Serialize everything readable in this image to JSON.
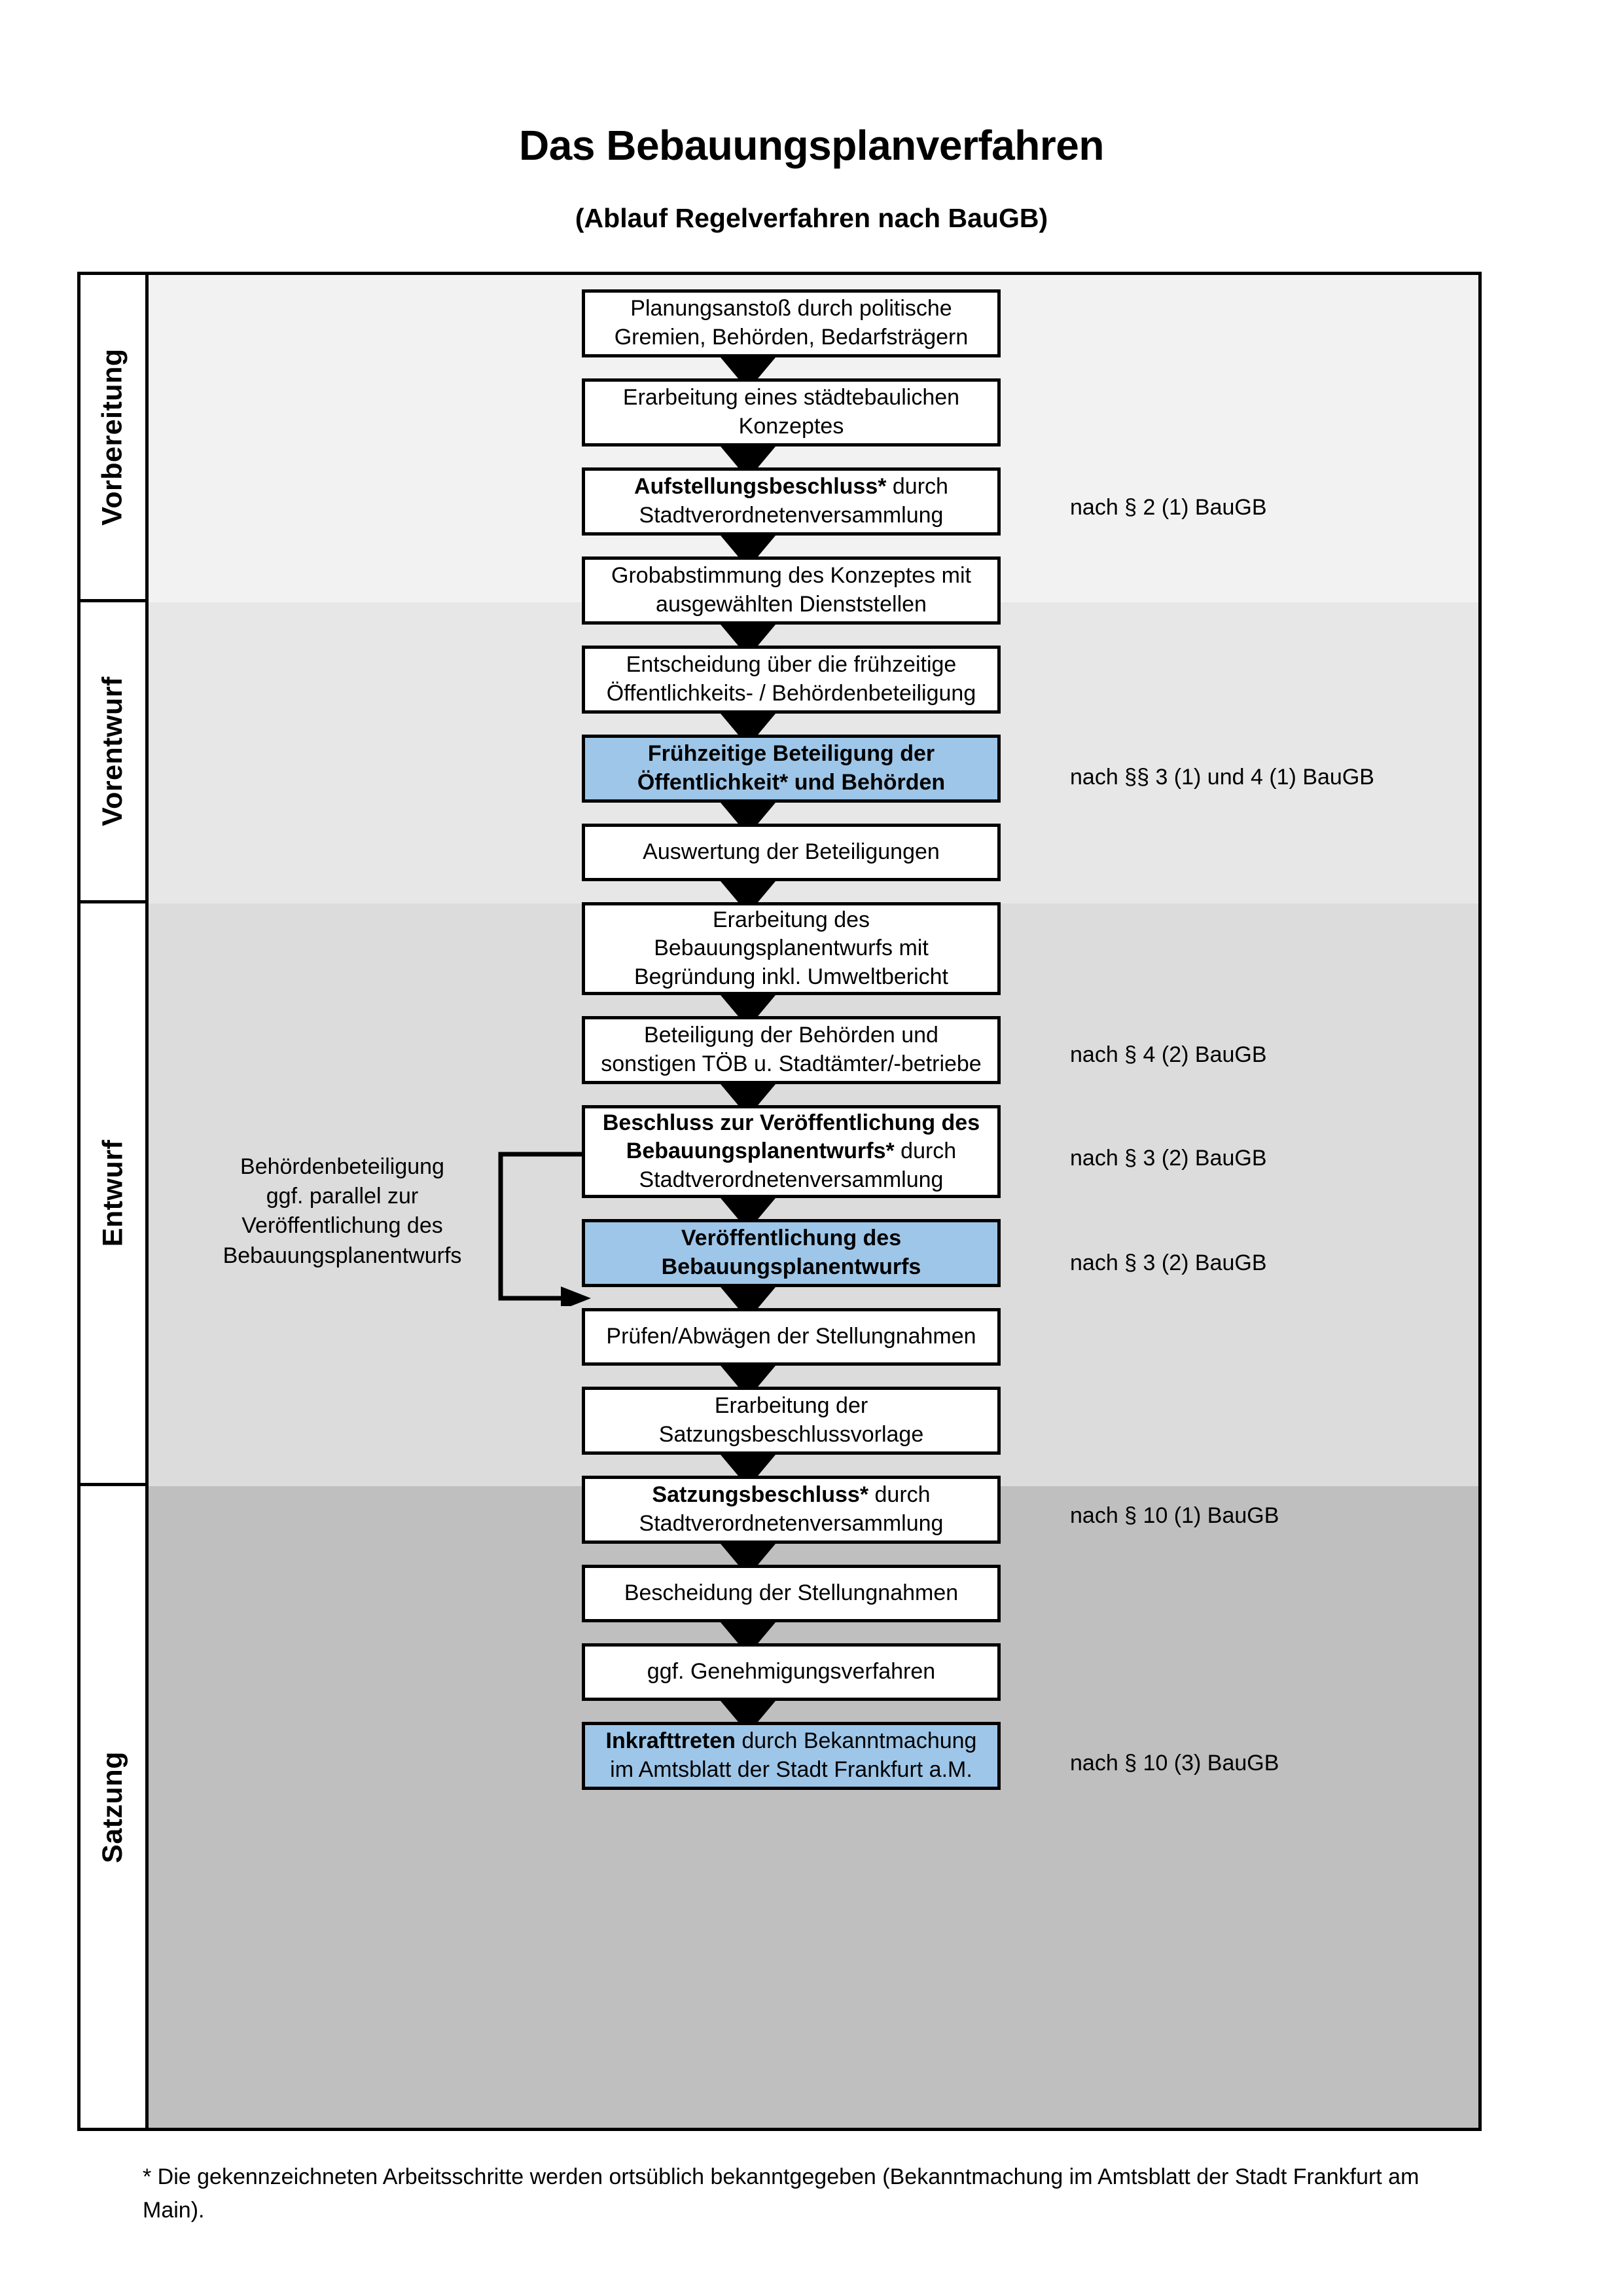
{
  "document": {
    "title": "Das Bebauungsplanverfahren",
    "subtitle": "(Ablauf Regelverfahren nach BauGB)",
    "footnote": "* Die gekennzeichneten Arbeitsschritte werden ortsüblich bekanntgegeben (Bekanntmachung im Amtsblatt  der Stadt Frankfurt am Main)."
  },
  "colors": {
    "highlight_blue": "#9ec6e8",
    "band_vorbereitung": "#f2f2f2",
    "band_vorentwurf": "#e7e7e7",
    "band_entwurf": "#dcdcdc",
    "band_satzung": "#bfbfbf",
    "box_border": "#000000",
    "box_fill": "#ffffff"
  },
  "phases": [
    {
      "label": "Vorbereitung",
      "band_color": "#f2f2f2"
    },
    {
      "label": "Vorentwurf",
      "band_color": "#e7e7e7"
    },
    {
      "label": "Entwurf",
      "band_color": "#dcdcdc"
    },
    {
      "label": "Satzung",
      "band_color": "#bfbfbf"
    }
  ],
  "steps": [
    {
      "id": 1,
      "phase": "Vorbereitung",
      "lines": [
        {
          "text": "Planungsanstoß durch politische",
          "bold": false
        },
        {
          "text": "Gremien, Behörden, Bedarfsträgern",
          "bold": false
        }
      ],
      "highlight": false
    },
    {
      "id": 2,
      "phase": "Vorbereitung",
      "lines": [
        {
          "text": "Erarbeitung eines städtebaulichen",
          "bold": false
        },
        {
          "text": "Konzeptes",
          "bold": false
        }
      ],
      "highlight": false
    },
    {
      "id": 3,
      "phase": "Vorbereitung",
      "lines": [
        {
          "text": "Aufstellungsbeschluss*",
          "bold": true
        },
        {
          "text": " durch",
          "bold": false
        },
        {
          "text": "Stadtverordnetenversammlung",
          "bold": false
        }
      ],
      "highlight": false
    },
    {
      "id": 4,
      "phase": "Vorentwurf",
      "lines": [
        {
          "text": "Grobabstimmung des Konzeptes mit",
          "bold": false
        },
        {
          "text": "ausgewählten Dienststellen",
          "bold": false
        }
      ],
      "highlight": false
    },
    {
      "id": 5,
      "phase": "Vorentwurf",
      "lines": [
        {
          "text": "Entscheidung über die frühzeitige",
          "bold": false
        },
        {
          "text": "Öffentlichkeits- / Behördenbeteiligung",
          "bold": false
        }
      ],
      "highlight": false
    },
    {
      "id": 6,
      "phase": "Vorentwurf",
      "lines": [
        {
          "text": "Frühzeitige Beteiligung der",
          "bold": true
        },
        {
          "text": "Öffentlichkeit* und Behörden",
          "bold": true
        }
      ],
      "highlight": true
    },
    {
      "id": 7,
      "phase": "Entwurf",
      "lines": [
        {
          "text": "Auswertung der Beteiligungen",
          "bold": false
        }
      ],
      "highlight": false
    },
    {
      "id": 8,
      "phase": "Entwurf",
      "lines": [
        {
          "text": "Erarbeitung des",
          "bold": false
        },
        {
          "text": "Bebauungsplanentwurfs mit",
          "bold": false
        },
        {
          "text": "Begründung inkl. Umweltbericht",
          "bold": false
        }
      ],
      "highlight": false
    },
    {
      "id": 9,
      "phase": "Entwurf",
      "lines": [
        {
          "text": "Beteiligung der Behörden und",
          "bold": false
        },
        {
          "text": "sonstigen TÖB u. Stadtämter/-betriebe",
          "bold": false
        }
      ],
      "highlight": false
    },
    {
      "id": 10,
      "phase": "Entwurf",
      "lines": [
        {
          "text": "Beschluss zur Veröffentlichung des",
          "bold": true
        },
        {
          "text": "Bebauungsplanentwurfs*",
          "bold": true
        },
        {
          "text": " durch",
          "bold": false
        },
        {
          "text": "Stadtverordnetenversammlung",
          "bold": false
        }
      ],
      "highlight": false
    },
    {
      "id": 11,
      "phase": "Entwurf",
      "lines": [
        {
          "text": "Veröffentlichung des",
          "bold": true
        },
        {
          "text": "Bebauungsplanentwurfs",
          "bold": true
        }
      ],
      "highlight": true
    },
    {
      "id": 12,
      "phase": "Satzung",
      "lines": [
        {
          "text": "Prüfen/Abwägen der Stellungnahmen",
          "bold": false
        }
      ],
      "highlight": false
    },
    {
      "id": 13,
      "phase": "Satzung",
      "lines": [
        {
          "text": "Erarbeitung der",
          "bold": false
        },
        {
          "text": "Satzungsbeschlussvorlage",
          "bold": false
        }
      ],
      "highlight": false
    },
    {
      "id": 14,
      "phase": "Satzung",
      "lines": [
        {
          "text": "Satzungsbeschluss*",
          "bold": true
        },
        {
          "text": " durch",
          "bold": false
        },
        {
          "text": "Stadtverordnetenversammlung",
          "bold": false
        }
      ],
      "highlight": false
    },
    {
      "id": 15,
      "phase": "Satzung",
      "lines": [
        {
          "text": "Bescheidung der Stellungnahmen",
          "bold": false
        }
      ],
      "highlight": false
    },
    {
      "id": 16,
      "phase": "Satzung",
      "lines": [
        {
          "text": "ggf. Genehmigungsverfahren",
          "bold": false
        }
      ],
      "highlight": false
    },
    {
      "id": 17,
      "phase": "Satzung",
      "lines": [
        {
          "text": "Inkrafttreten",
          "bold": true
        },
        {
          "text": " durch Bekanntmachung",
          "bold": false
        },
        {
          "text": "im Amtsblatt der Stadt Frankfurt a.M.",
          "bold": false
        }
      ],
      "highlight": true
    }
  ],
  "step_texts": {
    "s1_l1": "Planungsanstoß durch politische",
    "s1_l2": "Gremien, Behörden, Bedarfsträgern",
    "s2_l1": "Erarbeitung eines städtebaulichen",
    "s2_l2": "Konzeptes",
    "s3_strong": "Aufstellungsbeschluss*",
    "s3_rest": " durch",
    "s3_l2": "Stadtverordnetenversammlung",
    "s4_l1": "Grobabstimmung des Konzeptes mit",
    "s4_l2": "ausgewählten Dienststellen",
    "s5_l1": "Entscheidung über die frühzeitige",
    "s5_l2": "Öffentlichkeits- / Behördenbeteiligung",
    "s6_l1": "Frühzeitige Beteiligung der",
    "s6_l2": "Öffentlichkeit* und Behörden",
    "s7_l1": "Auswertung der Beteiligungen",
    "s8_l1": "Erarbeitung des",
    "s8_l2": "Bebauungsplanentwurfs mit",
    "s8_l3": "Begründung inkl. Umweltbericht",
    "s9_l1": "Beteiligung der Behörden und",
    "s9_l2": "sonstigen TÖB u. Stadtämter/-betriebe",
    "s10_strong1": "Beschluss zur Veröffentlichung des",
    "s10_strong2": "Bebauungsplanentwurfs*",
    "s10_rest": " durch",
    "s10_l3": "Stadtverordnetenversammlung",
    "s11_l1": "Veröffentlichung des",
    "s11_l2": "Bebauungsplanentwurfs",
    "s12_l1": "Prüfen/Abwägen der Stellungnahmen",
    "s13_l1": "Erarbeitung der",
    "s13_l2": "Satzungsbeschlussvorlage",
    "s14_strong": "Satzungsbeschluss*",
    "s14_rest": " durch",
    "s14_l2": "Stadtverordnetenversammlung",
    "s15_l1": "Bescheidung der Stellungnahmen",
    "s16_l1": "ggf. Genehmigungsverfahren",
    "s17_strong": "Inkrafttreten",
    "s17_rest": " durch Bekanntmachung",
    "s17_l2": "im Amtsblatt der Stadt Frankfurt a.M."
  },
  "legal_references": [
    {
      "id": "ref-2-1",
      "text": "nach § 2 (1) BauGB",
      "for_step": 3
    },
    {
      "id": "ref-3-1-4-1",
      "text": "nach §§ 3 (1) und 4 (1) BauGB",
      "for_step": 6
    },
    {
      "id": "ref-4-2",
      "text": "nach § 4 (2) BauGB",
      "for_step": 9
    },
    {
      "id": "ref-3-2-a",
      "text": "nach § 3 (2) BauGB",
      "for_step": 10
    },
    {
      "id": "ref-3-2-b",
      "text": "nach § 3 (2) BauGB",
      "for_step": 11
    },
    {
      "id": "ref-10-1",
      "text": "nach § 10 (1) BauGB",
      "for_step": 14
    },
    {
      "id": "ref-10-3",
      "text": "nach § 10 (3) BauGB",
      "for_step": 17
    }
  ],
  "side_note": {
    "l1": "Behördenbeteiligung",
    "l2": "ggf. parallel zur",
    "l3": "Veröffentlichung des",
    "l4": "Bebauungsplanentwurfs"
  }
}
